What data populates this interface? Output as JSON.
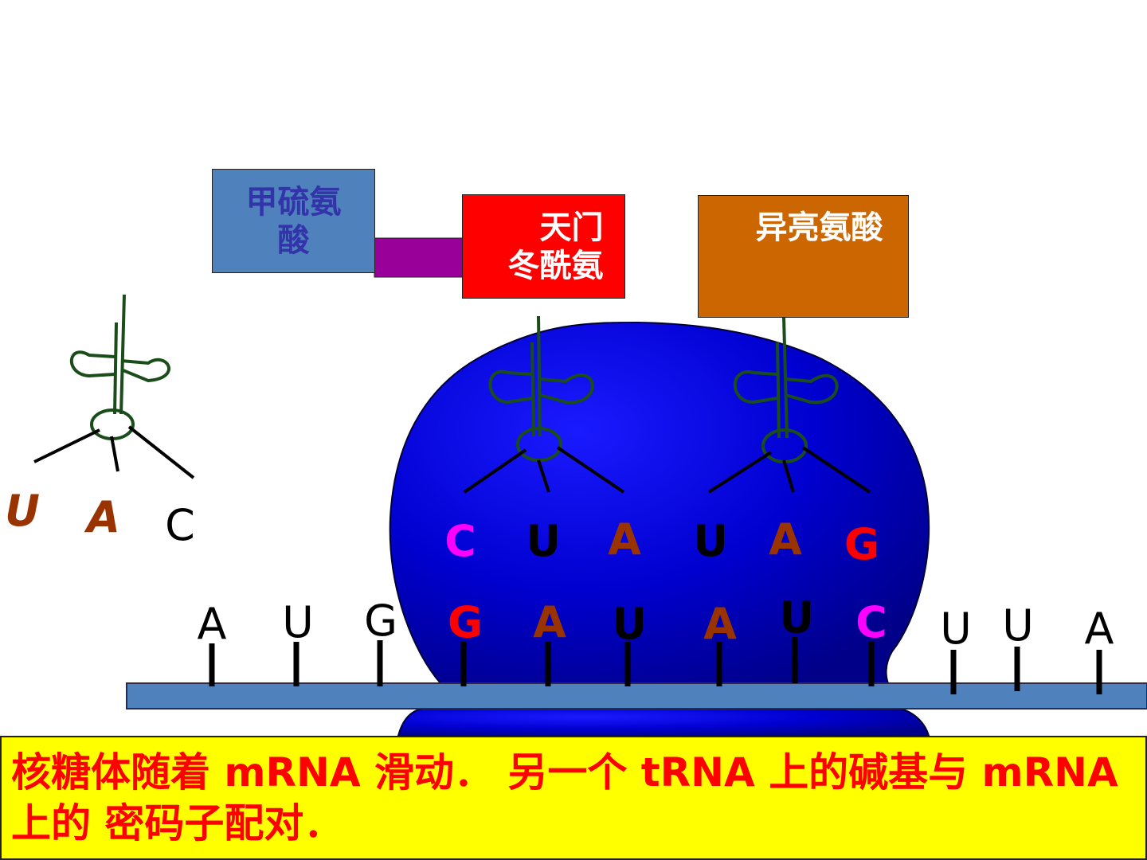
{
  "amino_acids": {
    "met": "甲硫氨\n酸",
    "asn": "天门\n冬酰氨",
    "ile": "异亮氨酸"
  },
  "free_trna_anticodon": [
    "U",
    "A",
    "C"
  ],
  "trna1_anticodon": [
    "C",
    "U",
    "A"
  ],
  "trna2_anticodon": [
    "U",
    "A",
    "G"
  ],
  "mrna_bases": [
    "A",
    "U",
    "G",
    "G",
    "A",
    "U",
    "A",
    "U",
    "C",
    "U",
    "U",
    "A"
  ],
  "caption": "核糖体随着 mRNA 滑动．  另一个 tRNA  上的碱基与 mRNA 上的 密码子配对．",
  "colors": {
    "ribosome": "#0000cc",
    "mrna_strand": "#4f81bd",
    "met_box": "#4f81bd",
    "met_text": "#3333aa",
    "asn_box": "#ff0000",
    "ile_box": "#cc6600",
    "peptide_bond": "#990099",
    "trna": "#1a4d1a",
    "caption_bg": "#ffff00",
    "caption_text": "#ff0000",
    "base_brown": "#993300",
    "base_magenta": "#ff00ff",
    "base_red": "#ff0000",
    "base_black": "#000000"
  }
}
